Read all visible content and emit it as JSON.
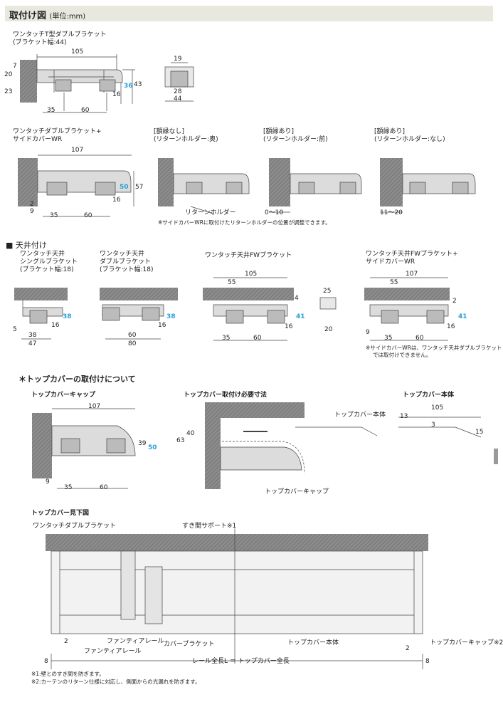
{
  "header": {
    "title": "取付け図",
    "unit": "(単位:mm)"
  },
  "s1": {
    "name": "ワンタッチT型ダブルブラケット",
    "sub": "(ブラケット幅:44)",
    "d_top": "105",
    "d7": "7",
    "d20": "20",
    "d23": "23",
    "d36": "36",
    "d43": "43",
    "d16": "16",
    "d35": "35",
    "d60": "60",
    "side_d19": "19",
    "side_d28": "28",
    "side_d44": "44"
  },
  "s2": {
    "name1": "ワンタッチダブルブラケット+",
    "name2": "サイドカバーWR",
    "d107": "107",
    "d50": "50",
    "d57": "57",
    "d16": "16",
    "d2": "2",
    "d9": "9",
    "d35": "35",
    "d60": "60",
    "v1a": "[額縁なし]",
    "v1b": "(リターンホルダー:奥)",
    "v2a": "[額縁あり]",
    "v2b": "(リターンホルダー:前)",
    "v3a": "[額縁あり]",
    "v3b": "(リターンホルダー:なし)",
    "rh": "リターンホルダー",
    "r010": "0〜10",
    "r1120": "11〜20",
    "note": "※サイドカバーWRに取付けたリターンホルダーの位置が調整できます。"
  },
  "s3": {
    "title": "■ 天井付け",
    "a1": "ワンタッチ天井",
    "a2": "シングルブラケット",
    "a3": "(ブラケット幅:18)",
    "b1": "ワンタッチ天井",
    "b2": "ダブルブラケット",
    "b3": "(ブラケット幅:18)",
    "c1": "ワンタッチ天井FWブラケット",
    "e1": "ワンタッチ天井FWブラケット+",
    "e2": "サイドカバーWR",
    "a_d38": "38",
    "a_d16": "16",
    "a_d5": "5",
    "a_d38b": "38",
    "a_d47": "47",
    "b_d38": "38",
    "b_d16": "16",
    "b_d60": "60",
    "b_d80": "80",
    "c_d105": "105",
    "c_d55": "55",
    "c_d4": "4",
    "c_d41": "41",
    "c_d16": "16",
    "c_d35": "35",
    "c_d60": "60",
    "c_d25": "25",
    "c_d20": "20",
    "e_d107": "107",
    "e_d55": "55",
    "e_d2": "2",
    "e_d41": "41",
    "e_d16": "16",
    "e_d9": "9",
    "e_d35": "35",
    "e_d60": "60",
    "note1": "※サイドカバーWRは、ワンタッチ天井ダブルブラケット",
    "note2": "では取付けできません。"
  },
  "s4": {
    "title": "＊トップカバーの取付けについて",
    "cap": "トップカバーキャップ",
    "req": "トップカバー取付け必要寸法",
    "body": "トップカバー本体",
    "cap_d107": "107",
    "cap_d39": "39",
    "cap_d50": "50",
    "cap_d9": "9",
    "cap_d35": "35",
    "cap_d60": "60",
    "req_d40": "40",
    "req_d63": "63",
    "req_body": "トップカバー本体",
    "req_cap": "トップカバーキャップ",
    "body_d105": "105",
    "body_d13": "13",
    "body_d3": "3",
    "body_d15": "15"
  },
  "s5": {
    "title": "トップカバー見下図",
    "l1": "ワンタッチダブルブラケット",
    "l2": "すき間サポート※1",
    "l3": "ファンティアレール",
    "l4": "ファンティアレール",
    "l5": "カバーブラケット",
    "l6": "トップカバー本体",
    "l7": "トップカバーキャップ※2",
    "d2a": "2",
    "d2b": "2",
    "d8a": "8",
    "d8b": "8",
    "len": "レール全長L ＝ トップカバー全長",
    "n1": "※1:壁とのすき間を防ぎます。",
    "n2": "※2:カーテンのリターン仕様に対応し、側面からの光漏れを防ぎます。"
  }
}
